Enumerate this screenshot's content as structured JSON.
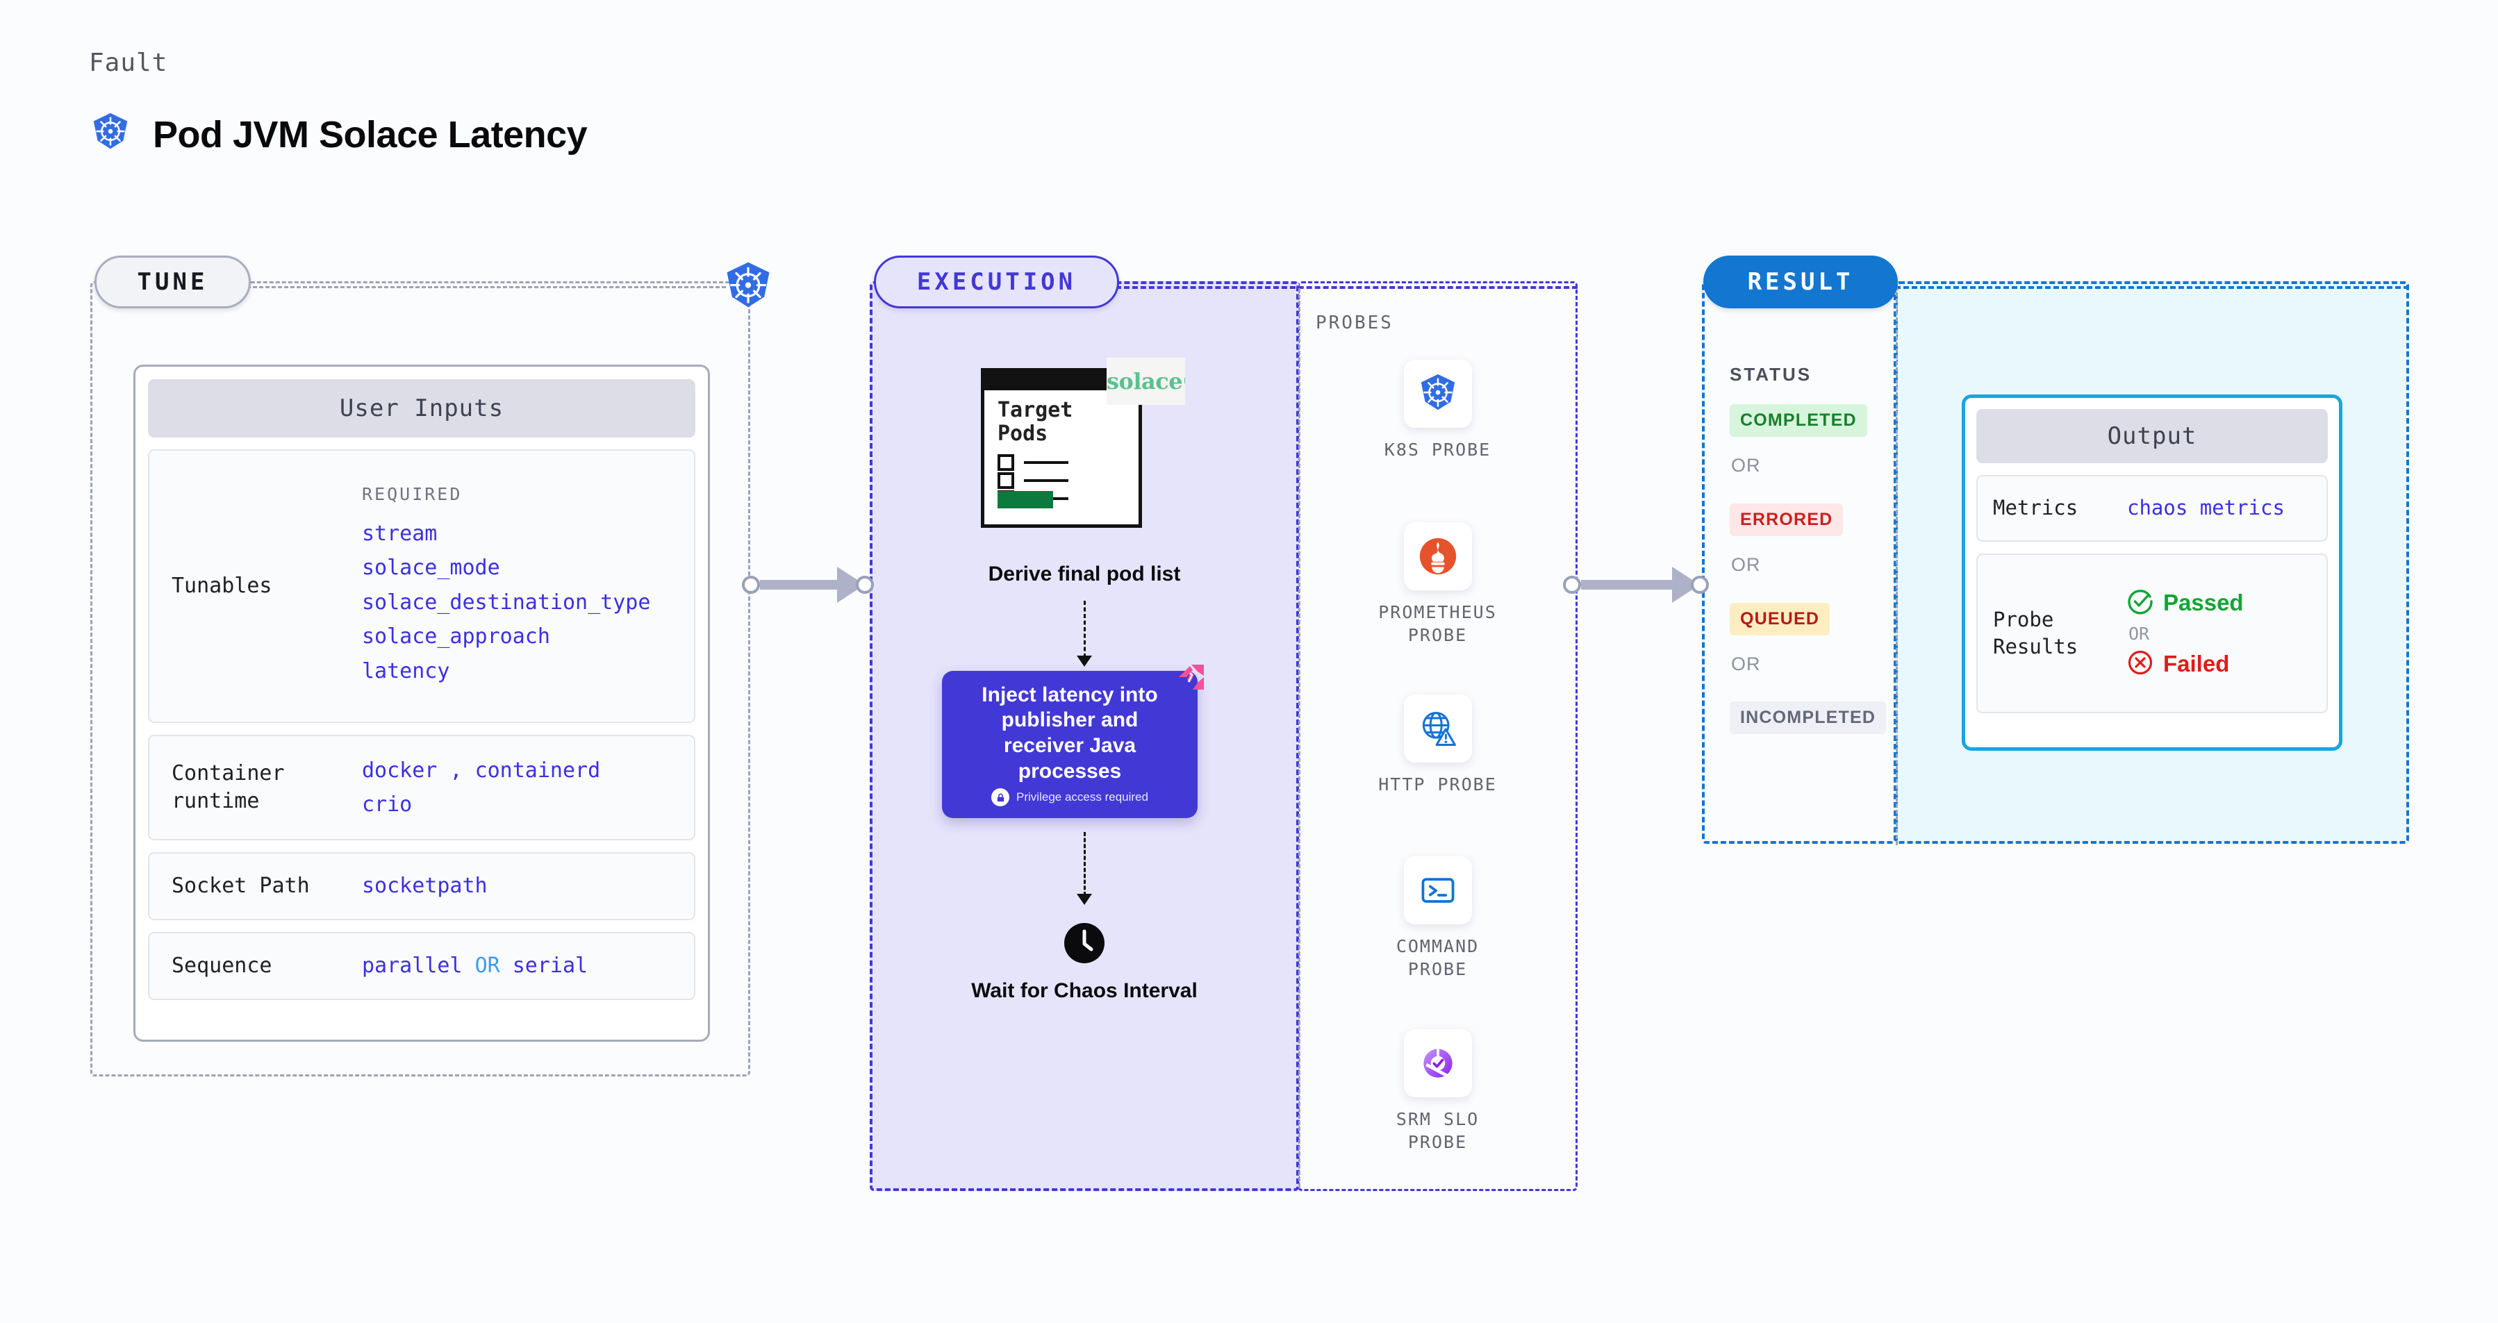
{
  "header": {
    "kicker": "Fault",
    "title": "Pod JVM Solace Latency",
    "icon": "kubernetes-icon"
  },
  "stages": {
    "tune": {
      "chip_label": "TUNE",
      "edge_icon": "kubernetes-icon",
      "card_title": "User Inputs",
      "rows": [
        {
          "key": "Tunables",
          "required_label": "REQUIRED",
          "values": [
            "stream",
            "solace_mode",
            "solace_destination_type",
            "solace_approach",
            "latency"
          ]
        },
        {
          "key": "Container\nruntime",
          "values": [
            "docker",
            ",",
            "containerd",
            "crio"
          ]
        },
        {
          "key": "Socket Path",
          "values": [
            "socketpath"
          ]
        },
        {
          "key": "Sequence",
          "values": [
            "parallel",
            "OR",
            "serial"
          ]
        }
      ],
      "container_runtime_line1_a": "docker",
      "container_runtime_sep": ",",
      "container_runtime_line1_b": "containerd",
      "container_runtime_line2": "crio",
      "socket_path_value": "socketpath",
      "sequence_a": "parallel",
      "sequence_or": "OR",
      "sequence_b": "serial"
    },
    "execution": {
      "chip_label": "EXECUTION",
      "doc_icon": {
        "title_line1": "Target",
        "title_line2": "Pods",
        "brand_badge": "solace"
      },
      "step1_label": "Derive final pod list",
      "step2_label": "Inject latency into publisher and receiver Java processes",
      "step2_note": "Privilege access required",
      "step2_note_icon": "lock-icon",
      "step2_corner_icon": "litmus-icon",
      "step3_label": "Wait for Chaos Interval",
      "step3_icon": "clock-icon"
    },
    "probes": {
      "title": "PROBES",
      "items": [
        {
          "label": "K8S PROBE",
          "icon": "kubernetes-icon"
        },
        {
          "label": "PROMETHEUS PROBE",
          "icon": "prometheus-icon"
        },
        {
          "label": "HTTP PROBE",
          "icon": "http-globe-warning-icon"
        },
        {
          "label": "COMMAND PROBE",
          "icon": "terminal-icon"
        },
        {
          "label": "SRM SLO PROBE",
          "icon": "srm-slo-donut-icon"
        }
      ]
    },
    "result": {
      "chip_label": "RESULT",
      "status_title": "STATUS",
      "or_label": "OR",
      "statuses": [
        {
          "label": "COMPLETED",
          "color": "#1a7f2e",
          "bg": "#d6f5dc"
        },
        {
          "label": "ERRORED",
          "color": "#cc2020",
          "bg": "#fde7e7"
        },
        {
          "label": "QUEUED",
          "color": "#b7191a",
          "bg": "#fdeec2"
        },
        {
          "label": "INCOMPLETED",
          "color": "#63687a",
          "bg": "#eef0f5"
        }
      ]
    },
    "output": {
      "card_title": "Output",
      "metrics_key": "Metrics",
      "metrics_value": "chaos metrics",
      "probe_results_key": "Probe\nResults",
      "probe_pass_label": "Passed",
      "probe_pass_icon": "check-circle-icon",
      "probe_or_label": "OR",
      "probe_fail_label": "Failed",
      "probe_fail_icon": "x-circle-icon"
    }
  },
  "colors": {
    "tune_border": "#9ca3b4",
    "execution": "#4238d6",
    "result": "#1376d1",
    "output_border": "#16a6e0",
    "accent_code": "#3b30e0"
  }
}
